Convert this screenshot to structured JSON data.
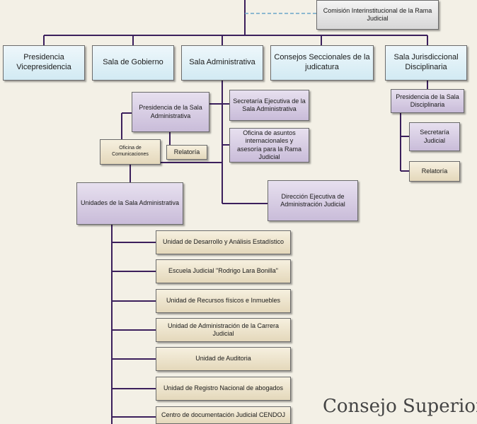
{
  "top": {
    "comision": "Comisión Interinstitucional de la Rama Judicial"
  },
  "level1": [
    "Presidencia Vicepresidencia",
    "Sala de Gobierno",
    "Sala Administrativa",
    "Consejos Seccionales de la judicatura",
    "Sala Jurisdiccional Disciplinaria"
  ],
  "sala_admin": {
    "presidencia": "Presidencia de la Sala Administrativa",
    "oficina_comunicaciones": "Oficina de Comunicaciones",
    "relatoria": "Relatoría",
    "secretaria_ejecutiva": "Secretaría Ejecutiva de la Sala Administrativa",
    "oficina_asuntos": "Oficina de asuntos internacionales y asesoría para la Rama Judicial",
    "unidades": "Unidades de la Sala Administrativa",
    "direccion_ejecutiva": "Dirección Ejecutiva de Administración Judicial"
  },
  "disciplinaria": {
    "presidencia": "Presidencia de la Sala Disciplinaria",
    "secretaria": "Secretaría Judicial",
    "relatoria": "Relatoría"
  },
  "unidades_list": [
    "Unidad de Desarrollo y Análisis Estadístico",
    "Escuela Judicial \"Rodrigo Lara Bonilla\"",
    "Unidad de Recursos físicos e Inmuebles",
    "Unidad de Administración de la Carrera Judicial",
    "Unidad de Auditoria",
    "Unidad de Registro Nacional de abogados",
    "Centro de documentación Judicial CENDOJ"
  ],
  "watermark": "Consejo Superior",
  "colors": {
    "line": "#3b1f5c",
    "dashed": "#6aa6c8"
  }
}
